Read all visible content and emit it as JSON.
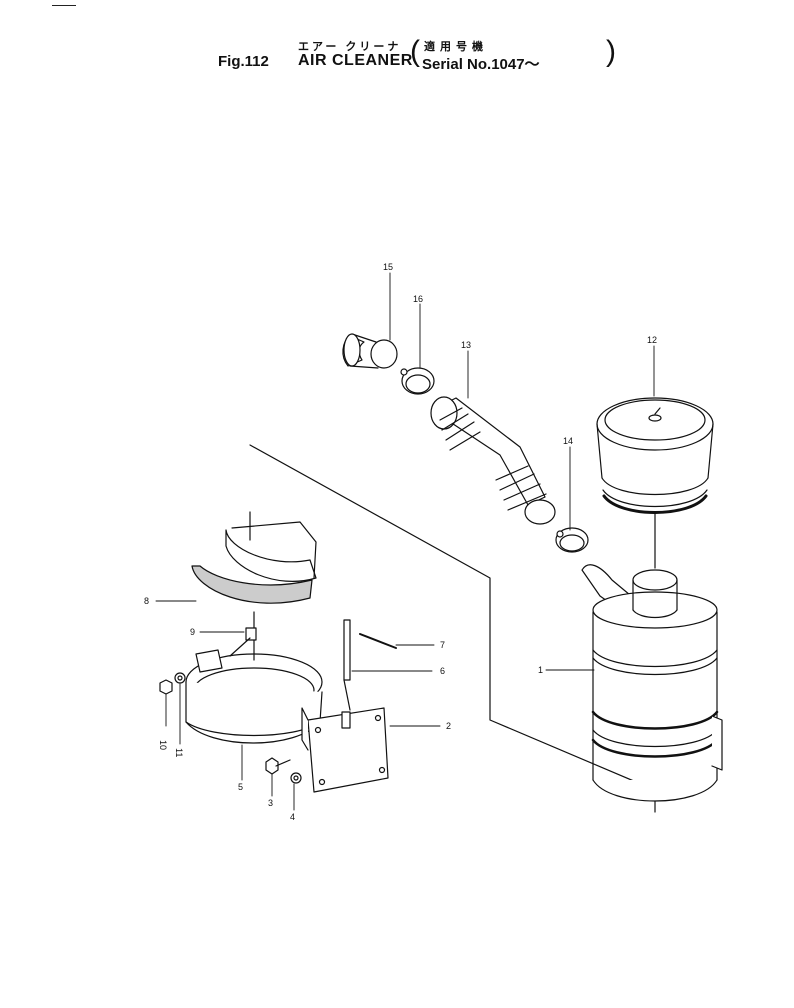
{
  "header": {
    "figure_number": "Fig.112",
    "title_japanese": "エアー クリーナ",
    "title_english": "AIR CLEANER",
    "serial_japanese": "適用号機",
    "serial_english": "Serial No.1047～",
    "paren_open": "(",
    "paren_close": ")"
  },
  "callouts": {
    "p1": "1",
    "p2": "2",
    "p3": "3",
    "p4": "4",
    "p5": "5",
    "p6": "6",
    "p7": "7",
    "p8": "8",
    "p9": "9",
    "p10": "10",
    "p11": "11",
    "p12": "12",
    "p13": "13",
    "p14": "14",
    "p15": "15",
    "p16": "16"
  }
}
